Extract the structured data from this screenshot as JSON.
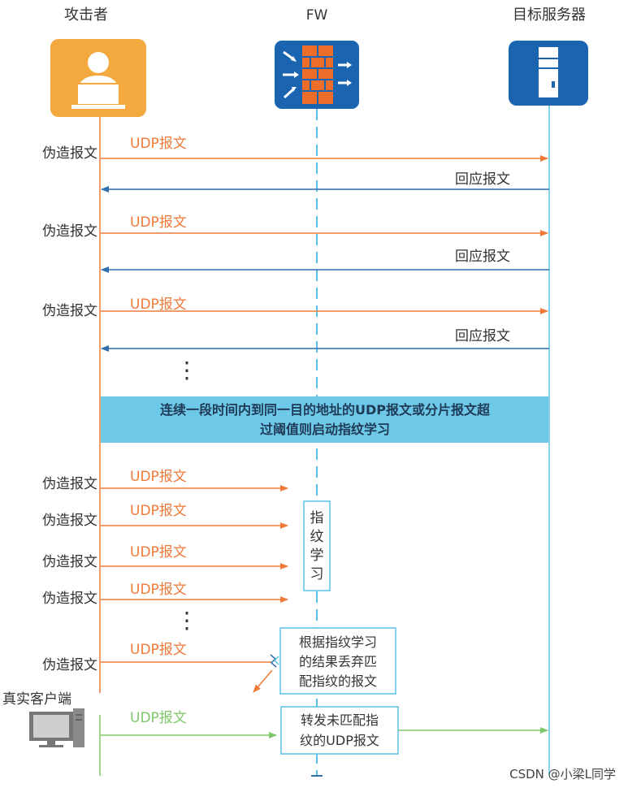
{
  "actors": {
    "attacker": "攻击者",
    "firewall": "FW",
    "server": "目标服务器",
    "client": "真实客户端"
  },
  "labels": {
    "forged": "伪造报文",
    "udp": "UDP报文",
    "response": "回应报文",
    "dots": "⋮"
  },
  "banner": {
    "line1": "连续一段时间内到同一目的地址的UDP报文或分片报文超",
    "line2": "过阈值则启动指纹学习"
  },
  "boxes": {
    "learning": [
      "指",
      "纹",
      "学",
      "习"
    ],
    "discard": [
      "根据指纹学习",
      "的结果丢弃匹",
      "配指纹的报文"
    ],
    "forward": [
      "转发未匹配指",
      "纹的UDP报文"
    ]
  },
  "watermark": "CSDN @小梁L同学",
  "colors": {
    "orange": "#f07a3a",
    "blue": "#2f6fae",
    "green": "#7ec86a",
    "banner": "#6ec9e8",
    "cyan_line": "#5bc0e8",
    "attacker_bg": "#f4a93e",
    "device_bg": "#1b64b0"
  }
}
